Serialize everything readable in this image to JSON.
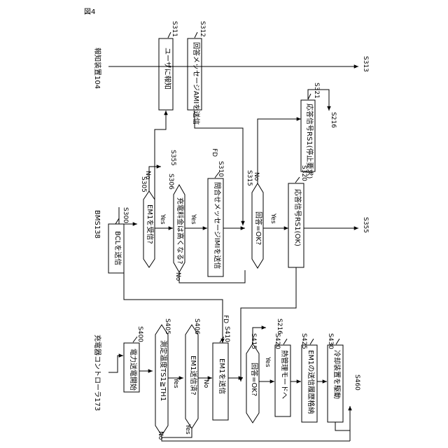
{
  "figure_label": "図4",
  "lanes": {
    "notify": "報知装置104",
    "bms": "BMS138",
    "charger": "充電器コントローラ173"
  },
  "steps": {
    "s311": {
      "id": "S311",
      "text": "ユーザに報知"
    },
    "s312": {
      "id": "S312",
      "text": "回答メッセージAMIを送信"
    },
    "s321": {
      "id": "S321",
      "text": "応答信号RS1(停止要求)"
    },
    "s300": {
      "id": "S300",
      "text": "BCLを送信"
    },
    "s305": {
      "id": "S305",
      "text": "EM1を受信?"
    },
    "s306": {
      "id": "S306",
      "text": "充電料金は高くなる?"
    },
    "s310": {
      "id": "S310",
      "text": "問合せメッセージIMIを送信"
    },
    "s315": {
      "id": "S315",
      "text": "回答=OK?"
    },
    "s320": {
      "id": "S320",
      "text": "応答信号RS1(OK)"
    },
    "s400": {
      "id": "S400",
      "text": "電力送電開始"
    },
    "s405": {
      "id": "S405",
      "text": "測定温度TS1≧TH1"
    },
    "s406": {
      "id": "S406",
      "text": "EM1送信済?"
    },
    "s410": {
      "id": "S410",
      "text": "EM1を送信"
    },
    "s415": {
      "id": "S415",
      "text": "回答=OK?"
    },
    "s420": {
      "id": "S420",
      "text": "熱管理モードへ"
    },
    "s425": {
      "id": "S425",
      "text": "EM1の送信履歴格納"
    },
    "s430": {
      "id": "S430",
      "text": "冷却装置を駆動"
    }
  },
  "branch": {
    "yes": "Yes",
    "no": "No"
  },
  "markers": {
    "fd": "FD",
    "s313": "S313",
    "s216": "S216",
    "s355": "S355",
    "s460": "S460"
  }
}
